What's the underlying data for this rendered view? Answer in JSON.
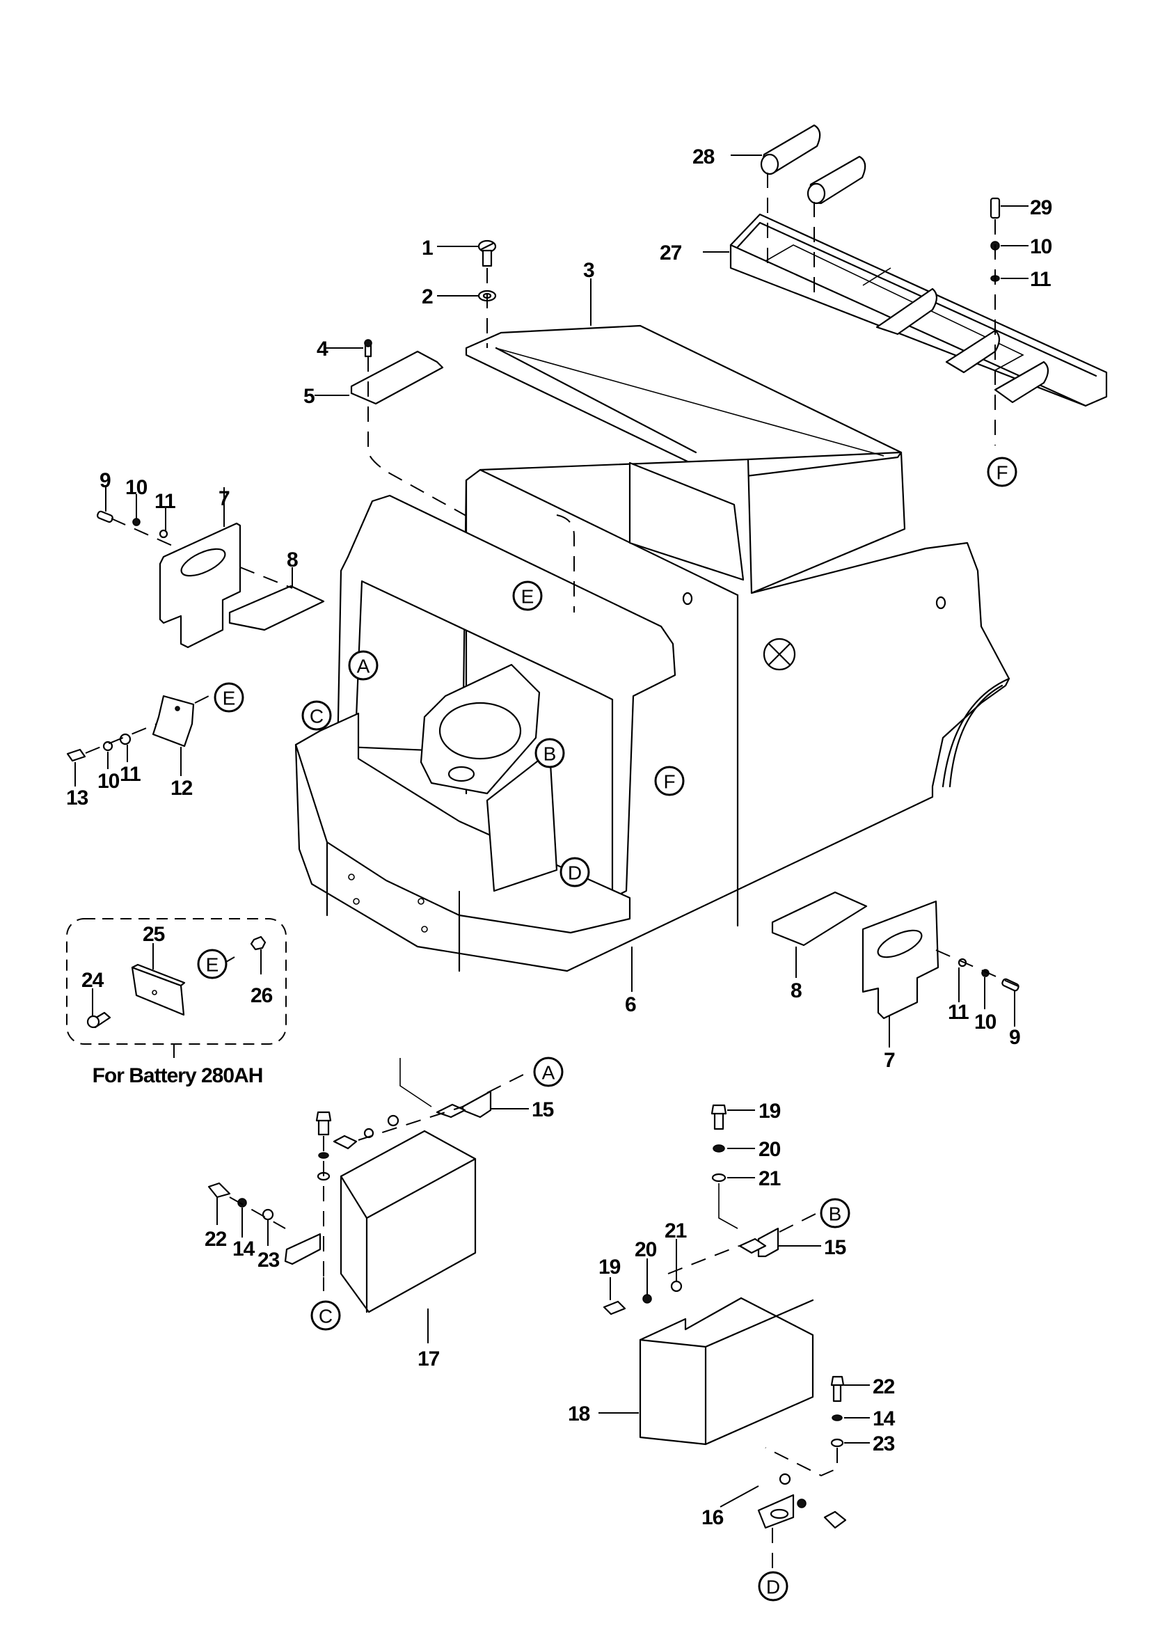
{
  "diagram": {
    "title": "Battery compartment / frame cover exploded parts view",
    "part_numbers": [
      {
        "id": "1",
        "text": "1",
        "desc": "slotted screw"
      },
      {
        "id": "2",
        "text": "2",
        "desc": "washer"
      },
      {
        "id": "3",
        "text": "3",
        "desc": "top cover plate"
      },
      {
        "id": "4",
        "text": "4",
        "desc": "screw"
      },
      {
        "id": "5",
        "text": "5",
        "desc": "small cover plate"
      },
      {
        "id": "6",
        "text": "6",
        "desc": "main frame / battery compartment"
      },
      {
        "id": "7",
        "text": "7",
        "desc": "side plate with oval hole"
      },
      {
        "id": "8",
        "text": "8",
        "desc": "block"
      },
      {
        "id": "9",
        "text": "9",
        "desc": "bolt"
      },
      {
        "id": "10",
        "text": "10",
        "desc": "lock washer"
      },
      {
        "id": "11",
        "text": "11",
        "desc": "washer"
      },
      {
        "id": "12",
        "text": "12",
        "desc": "bent bracket"
      },
      {
        "id": "13",
        "text": "13",
        "desc": "bolt"
      },
      {
        "id": "14",
        "text": "14",
        "desc": "lock washer"
      },
      {
        "id": "15",
        "text": "15",
        "desc": "angle bracket"
      },
      {
        "id": "16",
        "text": "16",
        "desc": "bracket"
      },
      {
        "id": "17",
        "text": "17",
        "desc": "box cover"
      },
      {
        "id": "18",
        "text": "18",
        "desc": "box cover"
      },
      {
        "id": "19",
        "text": "19",
        "desc": "bolt"
      },
      {
        "id": "20",
        "text": "20",
        "desc": "lock washer"
      },
      {
        "id": "21",
        "text": "21",
        "desc": "washer"
      },
      {
        "id": "22",
        "text": "22",
        "desc": "bolt"
      },
      {
        "id": "23",
        "text": "23",
        "desc": "washer"
      },
      {
        "id": "24",
        "text": "24",
        "desc": "countersunk screw"
      },
      {
        "id": "25",
        "text": "25",
        "desc": "spacer block"
      },
      {
        "id": "26",
        "text": "26",
        "desc": "nut"
      },
      {
        "id": "27",
        "text": "27",
        "desc": "roller tray"
      },
      {
        "id": "28",
        "text": "28",
        "desc": "roller"
      },
      {
        "id": "29",
        "text": "29",
        "desc": "socket screw"
      }
    ],
    "reference_letters": [
      "A",
      "B",
      "C",
      "D",
      "E",
      "F"
    ],
    "option_box_label": "For Battery 280AH"
  }
}
